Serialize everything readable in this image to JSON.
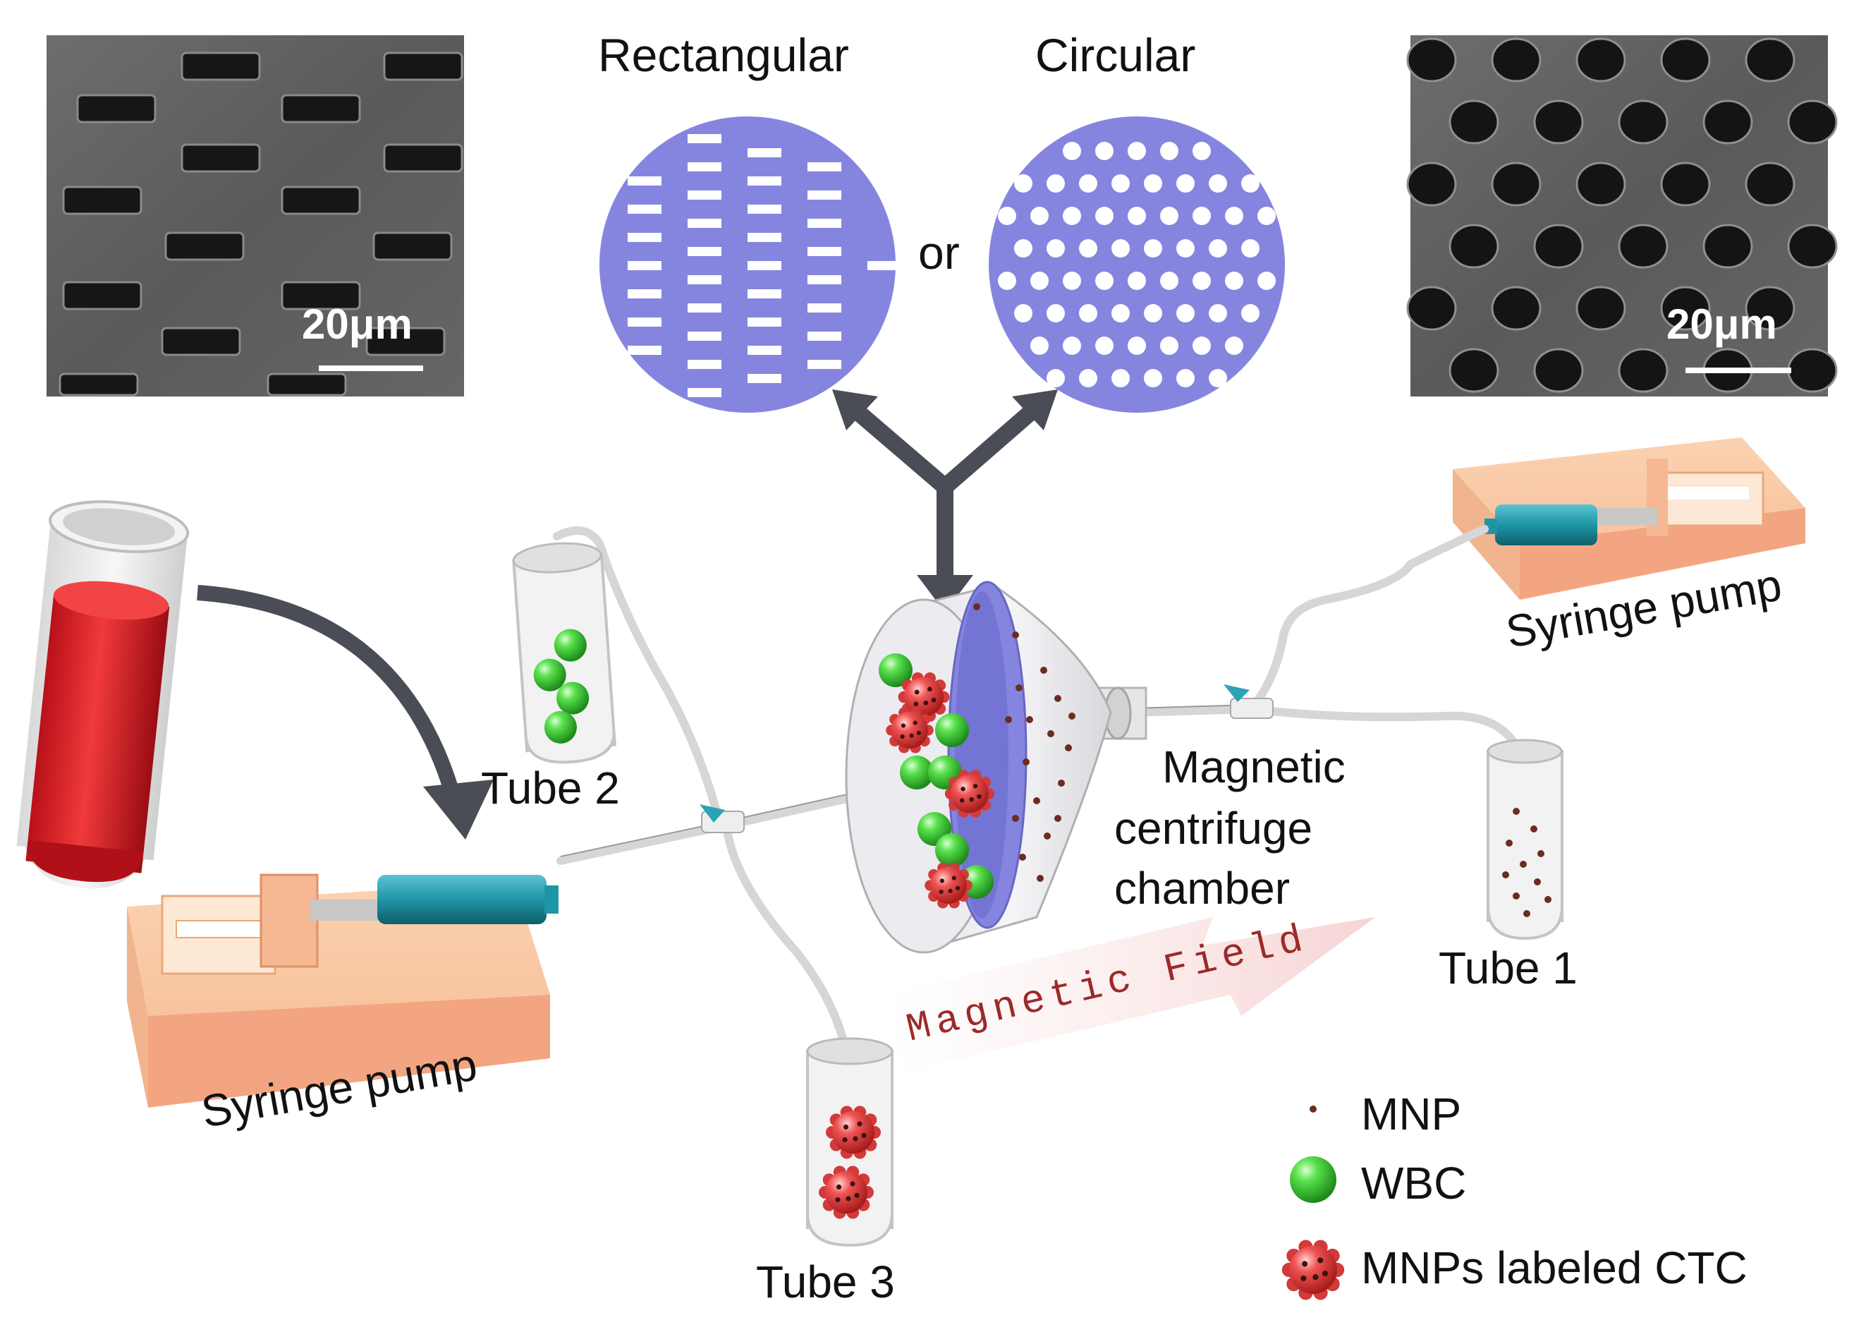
{
  "shapes": {
    "rectangular_label": "Rectangular",
    "circular_label": "Circular",
    "or_label": "or"
  },
  "sem": {
    "left_scale": "20μm",
    "right_scale": "20μm"
  },
  "pumps": {
    "left_label": "Syringe pump",
    "right_label": "Syringe pump"
  },
  "tubes": {
    "tube1": "Tube 1",
    "tube2": "Tube 2",
    "tube3": "Tube 3"
  },
  "chamber": {
    "line1": "Magnetic",
    "line2": "centrifuge",
    "line3": "chamber"
  },
  "field": {
    "label": "Magnetic Field"
  },
  "legend": {
    "items": [
      {
        "icon": "mnp-dot-icon",
        "label": "MNP"
      },
      {
        "icon": "wbc-green-sphere-icon",
        "label": "WBC"
      },
      {
        "icon": "ctc-red-spiky-sphere-icon",
        "label": "MNPs labeled CTC"
      }
    ]
  },
  "colors": {
    "filter_disc": "#8585e0",
    "blood": "#e2222d",
    "pump_body": "#f7c39c",
    "syringe_barrel": "#1e95a6",
    "wbc": "#3fcf3a",
    "ctc": "#e94646",
    "arrow": "#4a4d55",
    "sem_bg": "#606060"
  }
}
